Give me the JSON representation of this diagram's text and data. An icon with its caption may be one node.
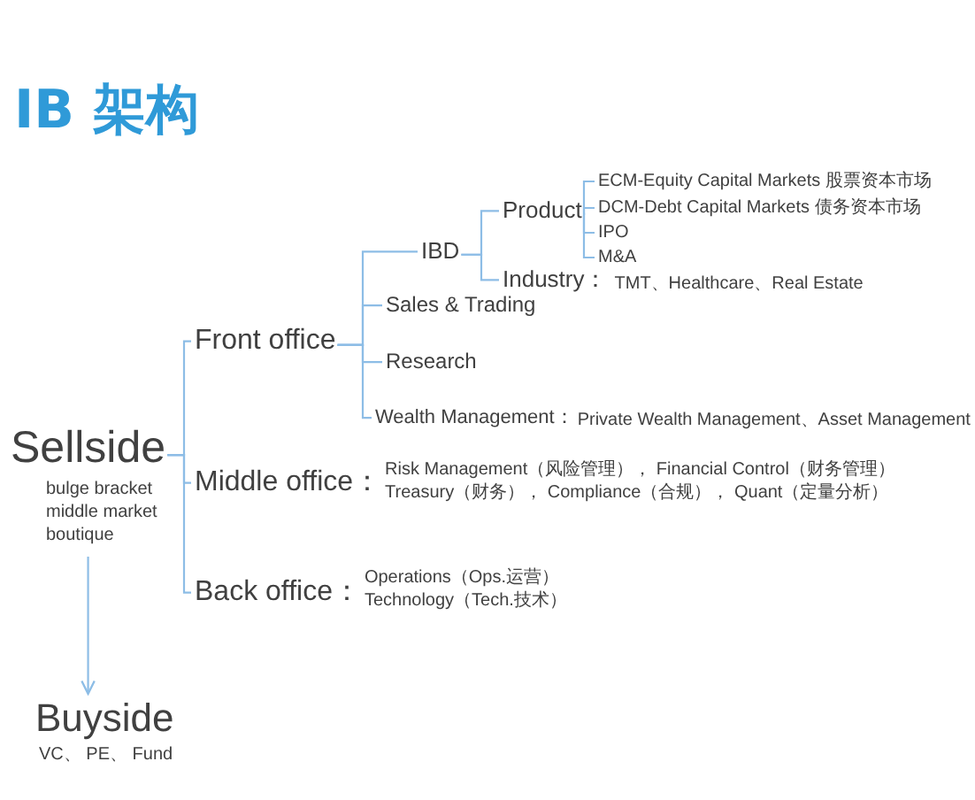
{
  "diagram": {
    "title": "IB 架构",
    "nodes": [
      {
        "text": [
          "Sellside"
        ],
        "beside": [
          "bulge bracket",
          "middle market",
          "boutique"
        ]
      },
      {
        "text": [
          "Front office"
        ]
      },
      {
        "text": [
          "IBD"
        ]
      },
      {
        "text": [
          "Product"
        ]
      },
      {
        "text": [
          "ECM-Equity Capital Markets 股票资本市场"
        ]
      },
      {
        "text": [
          "DCM-Debt Capital Markets 债务资本市场"
        ]
      },
      {
        "text": [
          "IPO"
        ]
      },
      {
        "text": [
          "M&A"
        ]
      },
      {
        "text": [
          "Industry："
        ],
        "beside": [
          "TMT、Healthcare、Real Estate"
        ]
      },
      {
        "text": [
          "Sales & Trading"
        ]
      },
      {
        "text": [
          "Research"
        ]
      },
      {
        "text": [
          "Wealth Management："
        ],
        "beside": [
          "Private Wealth Management、Asset Management"
        ]
      },
      {
        "text": [
          "Middle office："
        ],
        "beside": [
          "Risk Management（风险管理）， Financial Control（财务管理）",
          "Treasury（财务）， Compliance（合规）， Quant（定量分析）"
        ]
      },
      {
        "text": [
          "Back office："
        ],
        "beside": [
          "Operations（Ops.运营）",
          "Technology（Tech.技术）"
        ]
      },
      {
        "text": [
          "Buyside"
        ],
        "beside": [
          "VC、 PE、 Fund"
        ]
      }
    ],
    "edges": [
      {
        "from": 0,
        "to": 1,
        "arrow": "none"
      },
      {
        "from": 0,
        "to": 12,
        "arrow": "none"
      },
      {
        "from": 0,
        "to": 13,
        "arrow": "none"
      },
      {
        "from": 1,
        "to": 2,
        "arrow": "none"
      },
      {
        "from": 1,
        "to": 9,
        "arrow": "none"
      },
      {
        "from": 1,
        "to": 10,
        "arrow": "none"
      },
      {
        "from": 1,
        "to": 11,
        "arrow": "none"
      },
      {
        "from": 2,
        "to": 3,
        "arrow": "none"
      },
      {
        "from": 2,
        "to": 8,
        "arrow": "none"
      },
      {
        "from": 3,
        "to": 4,
        "arrow": "none"
      },
      {
        "from": 3,
        "to": 5,
        "arrow": "none"
      },
      {
        "from": 3,
        "to": 6,
        "arrow": "none"
      },
      {
        "from": 3,
        "to": 7,
        "arrow": "none"
      },
      {
        "from": 0,
        "to": 14,
        "arrow": "to"
      }
    ]
  }
}
